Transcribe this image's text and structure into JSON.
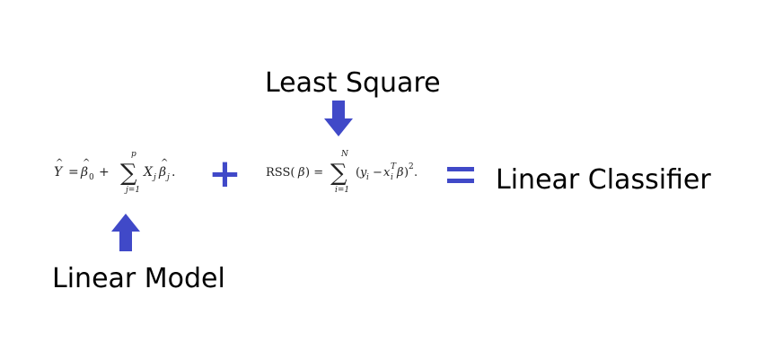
{
  "labels": {
    "least_square": "Least Square",
    "linear_model": "Linear Model",
    "linear_classifier": "Linear Classifier"
  },
  "formulas": {
    "linear_model": {
      "lhs": "Ŷ = β̂₀ + ",
      "sum_top": "p",
      "sum_bottom": "j=1",
      "body": "Xⱼ β̂ⱼ."
    },
    "rss": {
      "lhs": "RSS(β) = ",
      "sum_top": "N",
      "sum_bottom": "i=1",
      "body": "(yᵢ − xᵢᵀβ)².",
      "exp_label": "T"
    }
  },
  "operators": {
    "plus": "+",
    "equals": "="
  },
  "colors": {
    "accent": "#4049c8",
    "text": "#000000"
  },
  "icons": {
    "down_arrow": "arrow-down-icon",
    "up_arrow": "arrow-up-icon"
  }
}
